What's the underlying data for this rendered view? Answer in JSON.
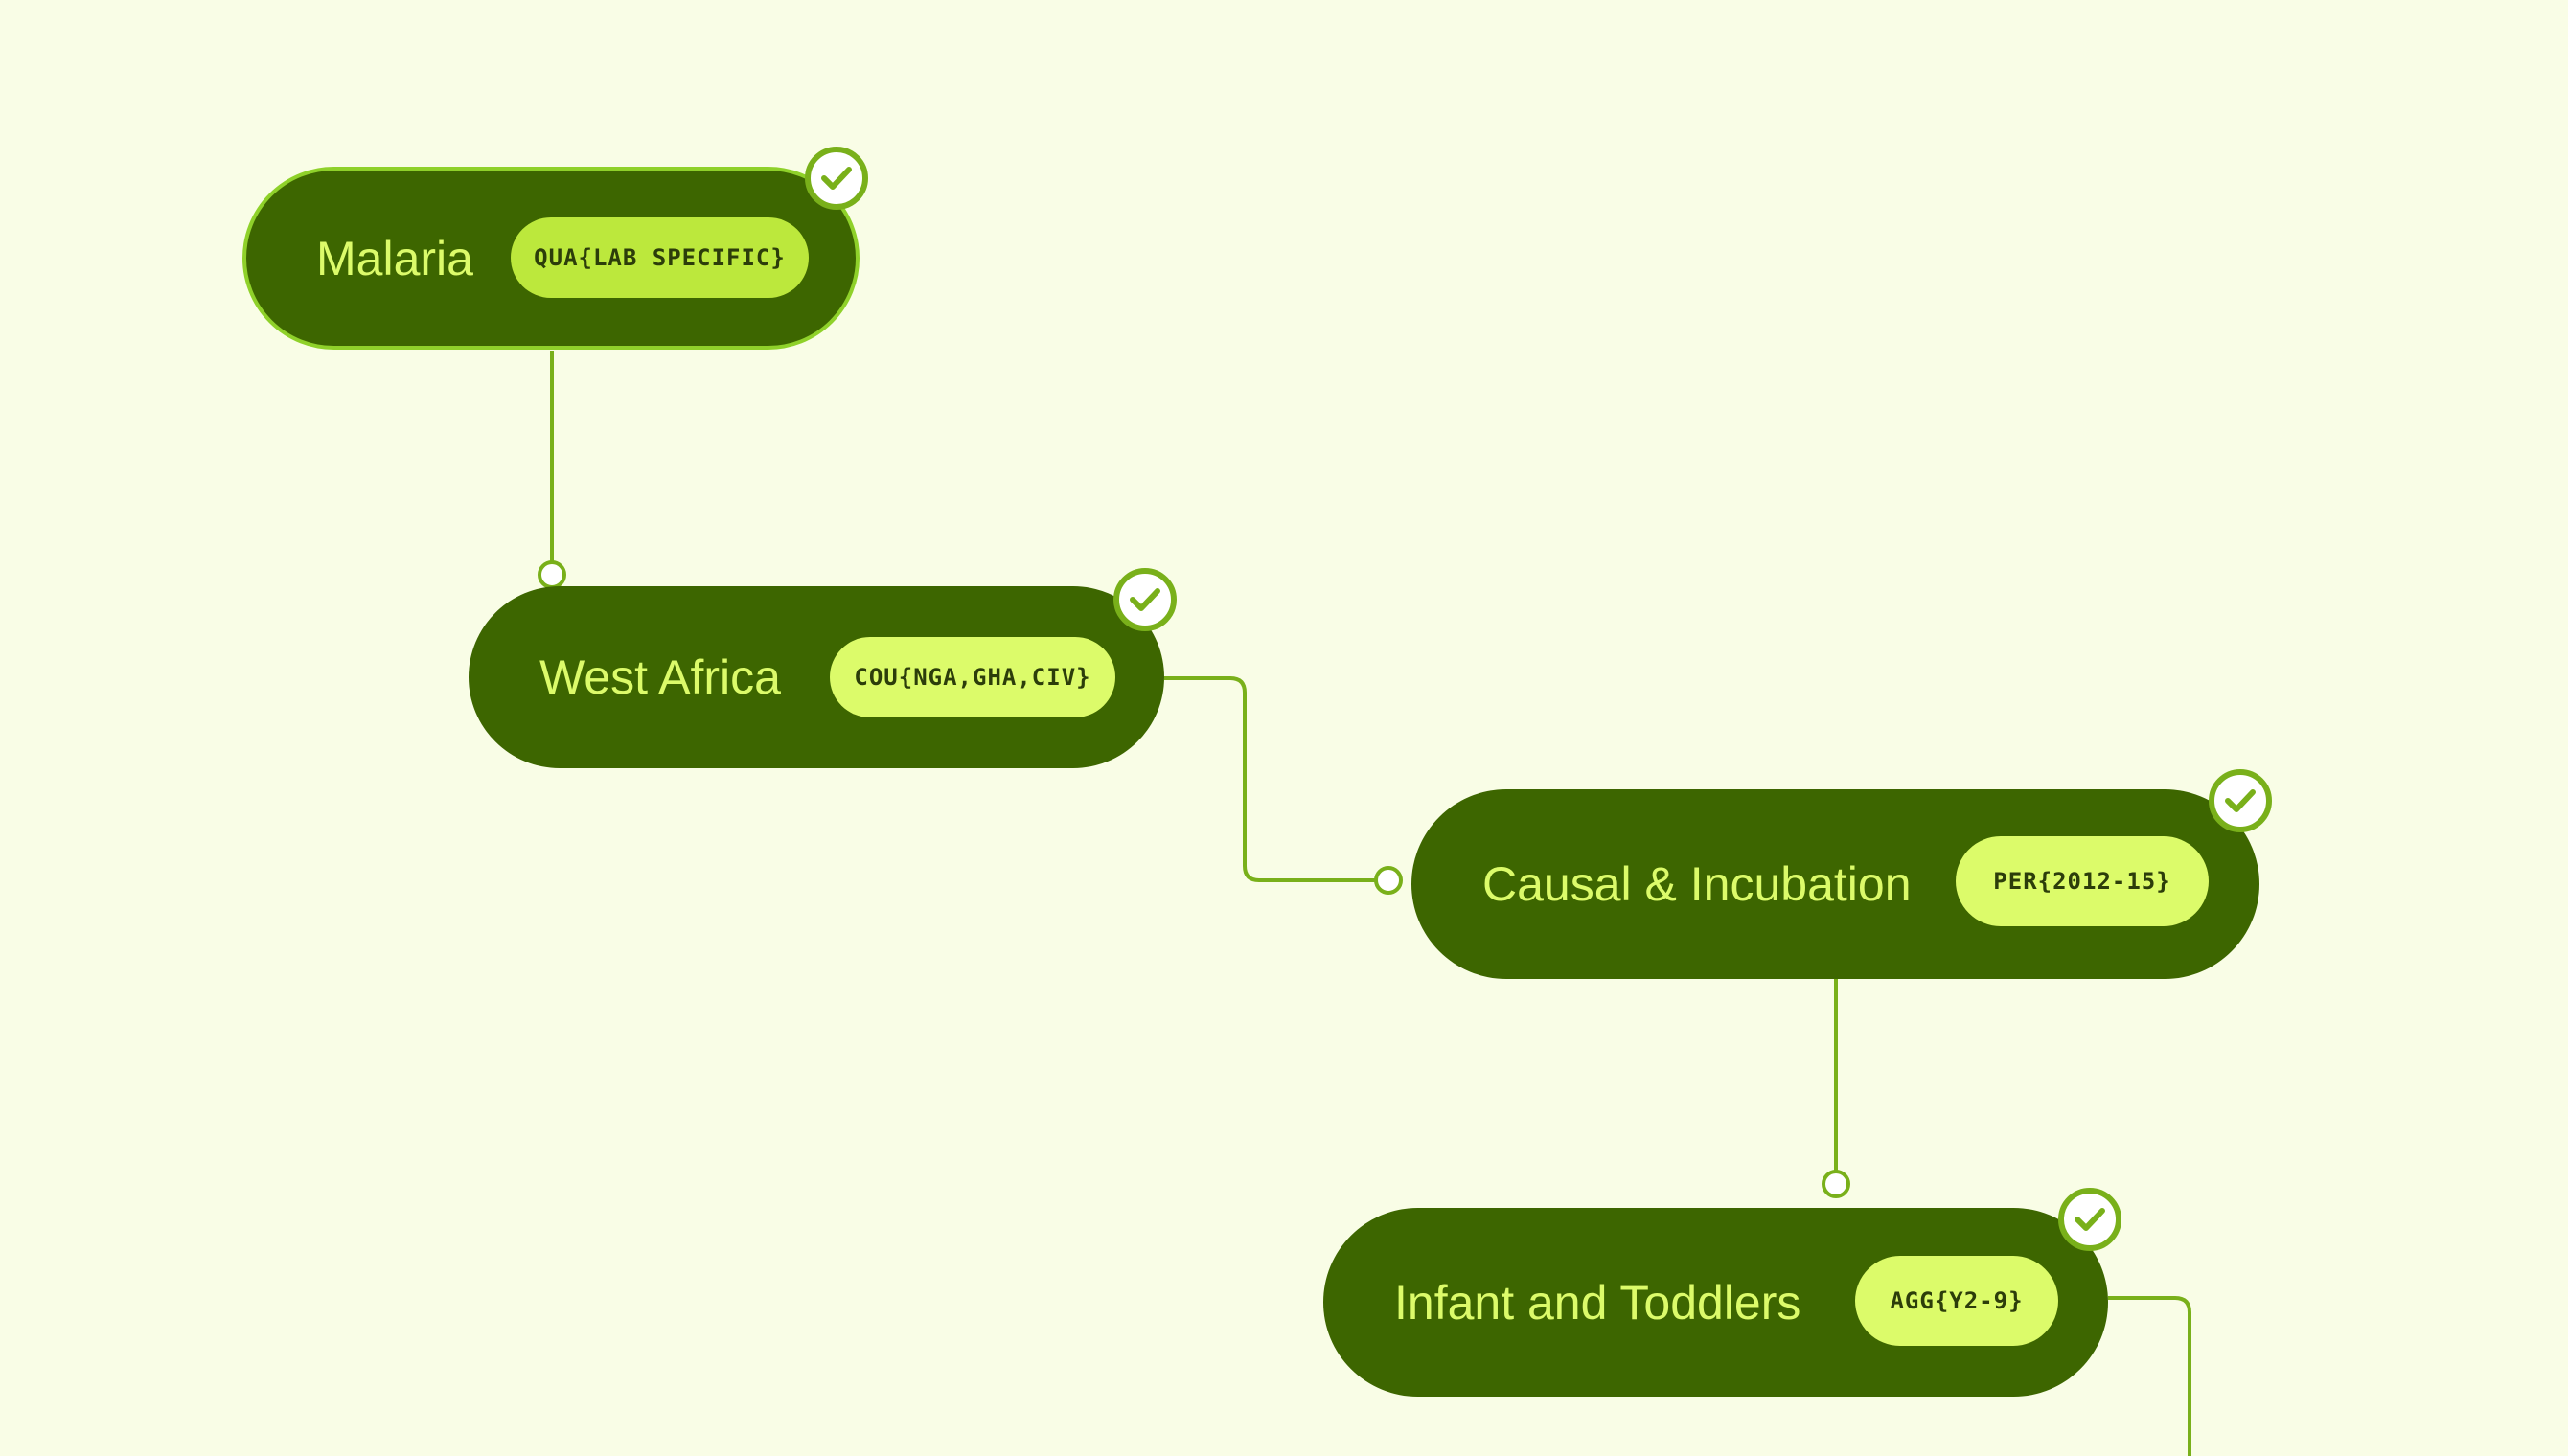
{
  "colors": {
    "background": "#f9fde6",
    "node": "#3d6600",
    "label": "#dcfb6a",
    "tag": "#dcfb6a",
    "tag_selected": "#bce83c",
    "link": "#79b01a"
  },
  "nodes": [
    {
      "label": "Malaria",
      "tag": "QUA{LAB SPECIFIC}",
      "status": "checked",
      "selected": true
    },
    {
      "label": "West Africa",
      "tag": "COU{NGA,GHA,CIV}",
      "status": "checked"
    },
    {
      "label": "Causal & Incubation",
      "tag": "PER{2012-15}",
      "status": "checked"
    },
    {
      "label": "Infant and Toddlers",
      "tag": "AGG{Y2-9}",
      "status": "checked"
    }
  ]
}
